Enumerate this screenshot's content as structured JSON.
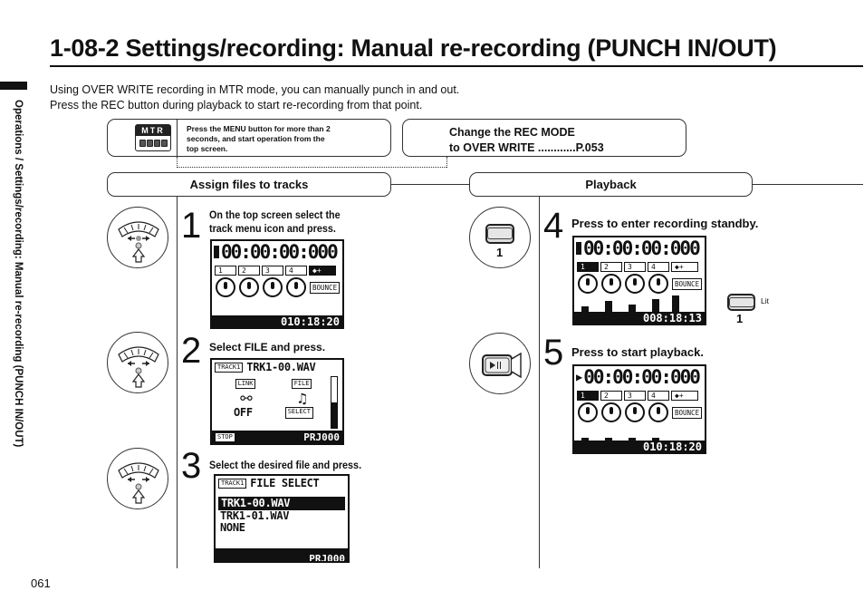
{
  "page": {
    "title": "1-08-2   Settings/recording: Manual re-recording (PUNCH IN/OUT)",
    "side_label": "Operations / Settings/recording: Manual re-recording (PUNCH IN/OUT)",
    "page_number": "061",
    "intro_line1": "Using OVER WRITE recording in MTR mode, you can manually punch in and out.",
    "intro_line2": "Press the REC button during playback to start re-recording from that point."
  },
  "mtr_box": {
    "icon_label": "MTR",
    "note_line1": "Press the MENU button for more than 2",
    "note_line2": "seconds, and start operation from the",
    "note_line3": "top screen."
  },
  "rec_mode_box": {
    "line1": "Change the REC MODE",
    "line2": "to OVER WRITE  ............P.053"
  },
  "sections": {
    "left": "Assign files to tracks",
    "right": "Playback"
  },
  "steps": [
    {
      "num": "1",
      "line1": "On the top screen select the",
      "line2": "track menu icon and press."
    },
    {
      "num": "2",
      "text": "Select FILE and press."
    },
    {
      "num": "3",
      "text": "Select the desired file and press."
    },
    {
      "num": "4",
      "text": "Press to enter recording standby."
    },
    {
      "num": "5",
      "text": "Press to start playback."
    }
  ],
  "screens": {
    "top1": {
      "timer": "00:00:00:000",
      "tracks": [
        "1",
        "2",
        "3",
        "4"
      ],
      "bounce": "BOUNCE",
      "counter": "010:18:20"
    },
    "file_menu": {
      "track_tag": "TRACK1",
      "file": "TRK1-00.WAV",
      "link": "LINK",
      "file_label": "FILE",
      "off": "OFF",
      "select": "SELECT",
      "stop": "STOP",
      "project": "PRJ000"
    },
    "file_select": {
      "track_tag": "TRACK1",
      "title": "FILE SELECT",
      "items": [
        "TRK1-00.WAV",
        "TRK1-01.WAV",
        "NONE"
      ],
      "project": "PRJ000"
    },
    "standby": {
      "timer": "00:00:00:000",
      "tracks": [
        "1",
        "2",
        "3",
        "4"
      ],
      "bounce": "BOUNCE",
      "counter": "008:18:13"
    },
    "playing": {
      "timer": "00:00:00:000",
      "tracks": [
        "1",
        "2",
        "3",
        "4"
      ],
      "bounce": "BOUNCE",
      "counter": "010:18:20"
    }
  },
  "buttons": {
    "rec_button_num": "1",
    "lit_button_num": "1",
    "lit_label": "Lit"
  },
  "icons": [
    "menu-dial-icon",
    "track-button-icon",
    "play-pause-button-icon",
    "mtr-mode-icon"
  ]
}
